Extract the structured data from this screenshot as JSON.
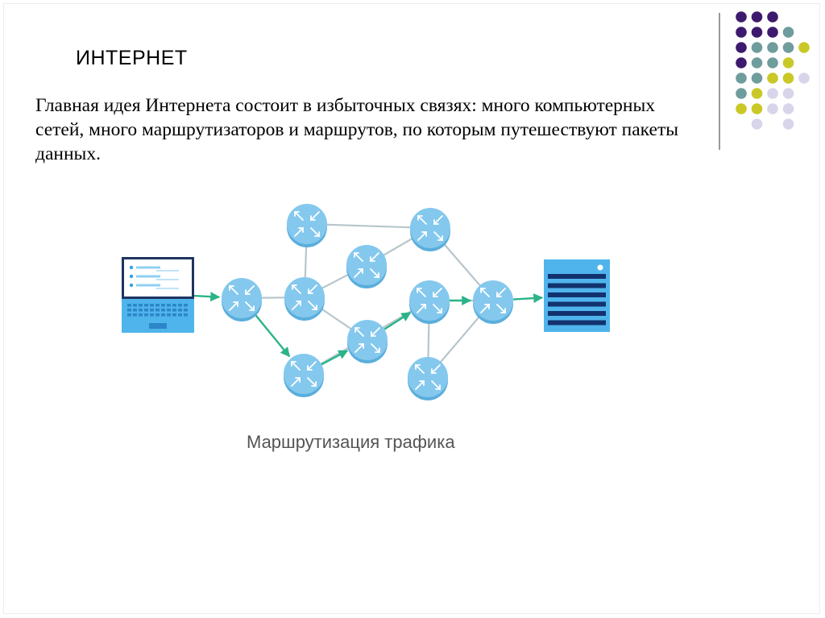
{
  "slide": {
    "title": "ИНТЕРНЕТ",
    "body": "Главная идея Интернета состоит в избыточных связях: много компьютерных сетей, много маршрутизаторов и маршрутов, по которым путешествуют пакеты данных.",
    "caption": "Маршрутизация трафика"
  },
  "colors": {
    "purple": "#3d1a6e",
    "teal": "#6f9c9c",
    "lime": "#c9c827",
    "lavender": "#d8d5ea",
    "router_fill": "#84c8ee",
    "router_rim": "#5aaedc",
    "link_gray": "#b8c6cc",
    "route_green": "#2bb389",
    "server_fill": "#50b4ec",
    "server_bar": "#12326e"
  },
  "diagram": {
    "nodes": [
      {
        "id": "laptop",
        "kind": "laptop"
      },
      {
        "id": "r1",
        "kind": "router"
      },
      {
        "id": "r2",
        "kind": "router"
      },
      {
        "id": "r3",
        "kind": "router"
      },
      {
        "id": "r4",
        "kind": "router"
      },
      {
        "id": "r5",
        "kind": "router"
      },
      {
        "id": "r6",
        "kind": "router"
      },
      {
        "id": "r7",
        "kind": "router"
      },
      {
        "id": "r8",
        "kind": "router"
      },
      {
        "id": "r9",
        "kind": "router"
      },
      {
        "id": "r10",
        "kind": "router"
      },
      {
        "id": "server",
        "kind": "server"
      }
    ],
    "links": [
      {
        "from": "r3",
        "to": "r4",
        "route": false
      },
      {
        "from": "r3",
        "to": "r2",
        "route": false
      },
      {
        "from": "r4",
        "to": "r5",
        "route": false
      },
      {
        "from": "r4",
        "to": "r9",
        "route": false
      },
      {
        "from": "r5",
        "to": "r2",
        "route": false
      },
      {
        "from": "r1",
        "to": "r2",
        "route": false
      },
      {
        "from": "r2",
        "to": "r7",
        "route": false
      },
      {
        "from": "r6",
        "to": "r8",
        "route": false
      },
      {
        "from": "r8",
        "to": "r9",
        "route": false
      },
      {
        "from": "r8",
        "to": "r10",
        "route": false
      },
      {
        "from": "r10",
        "to": "r9",
        "route": false
      },
      {
        "from": "laptop",
        "to": "r1",
        "route": true
      },
      {
        "from": "r1",
        "to": "r6",
        "route": true
      },
      {
        "from": "r6",
        "to": "r7",
        "route": true
      },
      {
        "from": "r7",
        "to": "r8",
        "route": true
      },
      {
        "from": "r8",
        "to": "r9",
        "route": true
      },
      {
        "from": "r9",
        "to": "server",
        "route": true
      }
    ]
  }
}
